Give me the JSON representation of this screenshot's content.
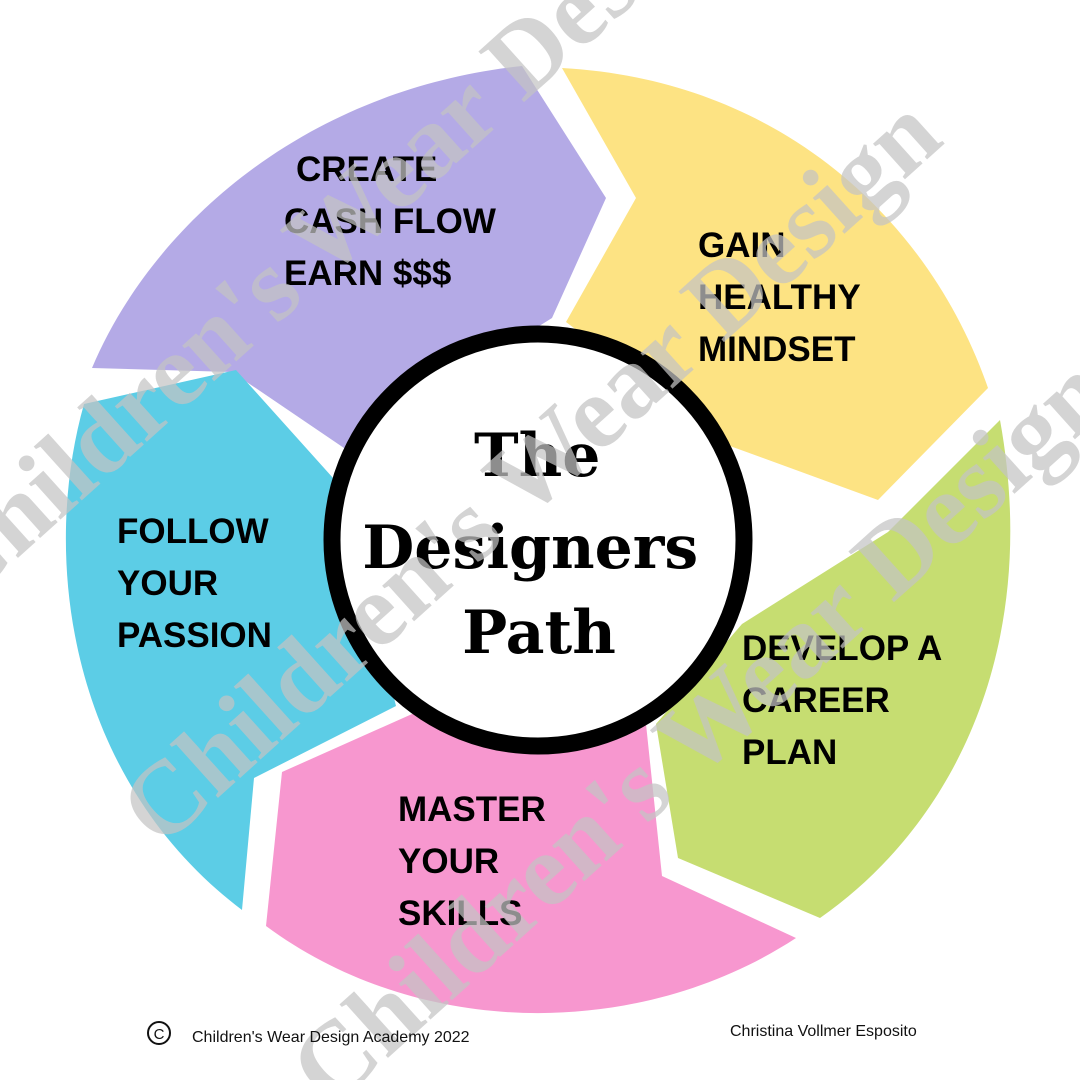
{
  "segments": [
    {
      "id": "cash-flow",
      "lines": [
        "CREATE",
        "CASH FLOW",
        "EARN  $$$"
      ],
      "color": "#b4aae6"
    },
    {
      "id": "mindset",
      "lines": [
        "GAIN",
        "HEALTHY",
        "MINDSET"
      ],
      "color": "#fde383"
    },
    {
      "id": "career",
      "lines": [
        "DEVELOP A",
        "CAREER",
        "PLAN"
      ],
      "color": "#c6dd71"
    },
    {
      "id": "skills",
      "lines": [
        "MASTER",
        "YOUR",
        "SKILLS"
      ],
      "color": "#f797cf"
    },
    {
      "id": "passion",
      "lines": [
        "FOLLOW",
        "YOUR",
        "PASSION"
      ],
      "color": "#5ccde6"
    }
  ],
  "center": {
    "title_lines": [
      "The",
      "Designers",
      "Path"
    ],
    "ring_color": "#000000",
    "fill_color": "#ffffff"
  },
  "watermark": {
    "text": "Children's Wear Design",
    "icon": "children-wear-design-watermark"
  },
  "footer": {
    "copyright_icon": "copyright-icon",
    "copyright_symbol": "©",
    "left_text": "Children's Wear Design Academy 2022",
    "right_text": "Christina Vollmer Esposito"
  }
}
